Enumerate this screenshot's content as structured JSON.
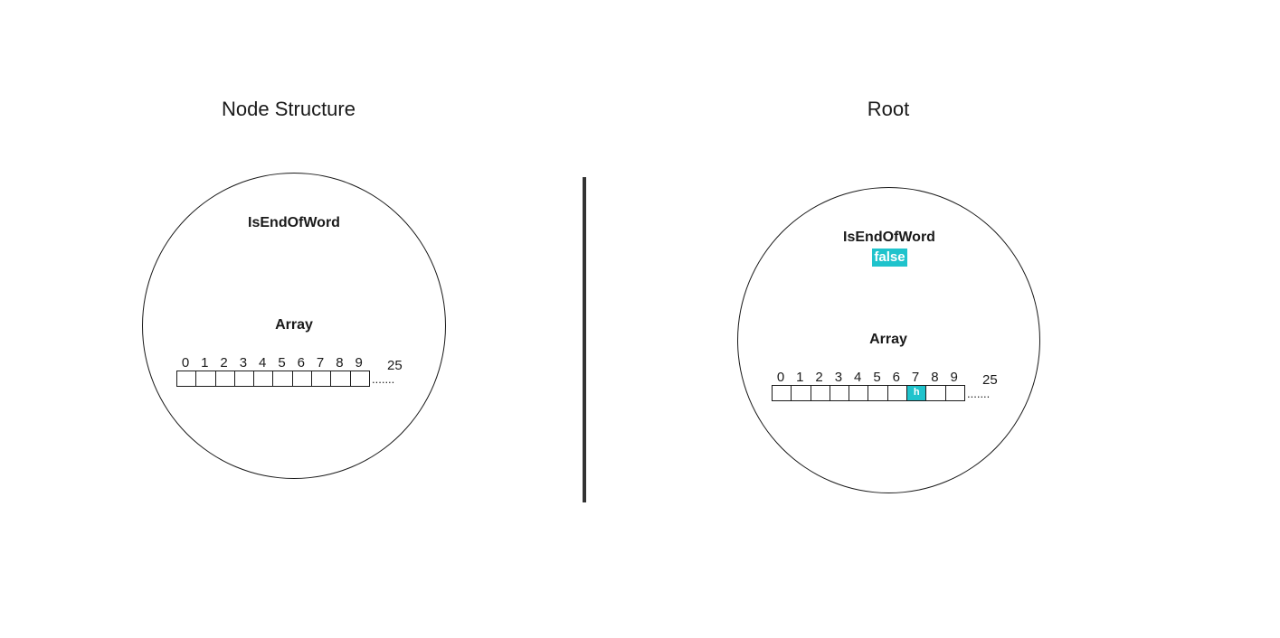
{
  "left_panel": {
    "title": "Node Structure",
    "field_label": "IsEndOfWord",
    "array_label": "Array",
    "indices": [
      "0",
      "1",
      "2",
      "3",
      "4",
      "5",
      "6",
      "7",
      "8",
      "9"
    ],
    "last_index": "25",
    "ellipsis": ".......",
    "cells": [
      "",
      "",
      "",
      "",
      "",
      "",
      "",
      "",
      "",
      ""
    ]
  },
  "right_panel": {
    "title": "Root",
    "field_label": "IsEndOfWord",
    "field_value": "false",
    "array_label": "Array",
    "indices": [
      "0",
      "1",
      "2",
      "3",
      "4",
      "5",
      "6",
      "7",
      "8",
      "9"
    ],
    "last_index": "25",
    "ellipsis": ".......",
    "cells": [
      "",
      "",
      "",
      "",
      "",
      "",
      "",
      "h",
      "",
      ""
    ],
    "highlight_color": "#1fc3cc"
  }
}
